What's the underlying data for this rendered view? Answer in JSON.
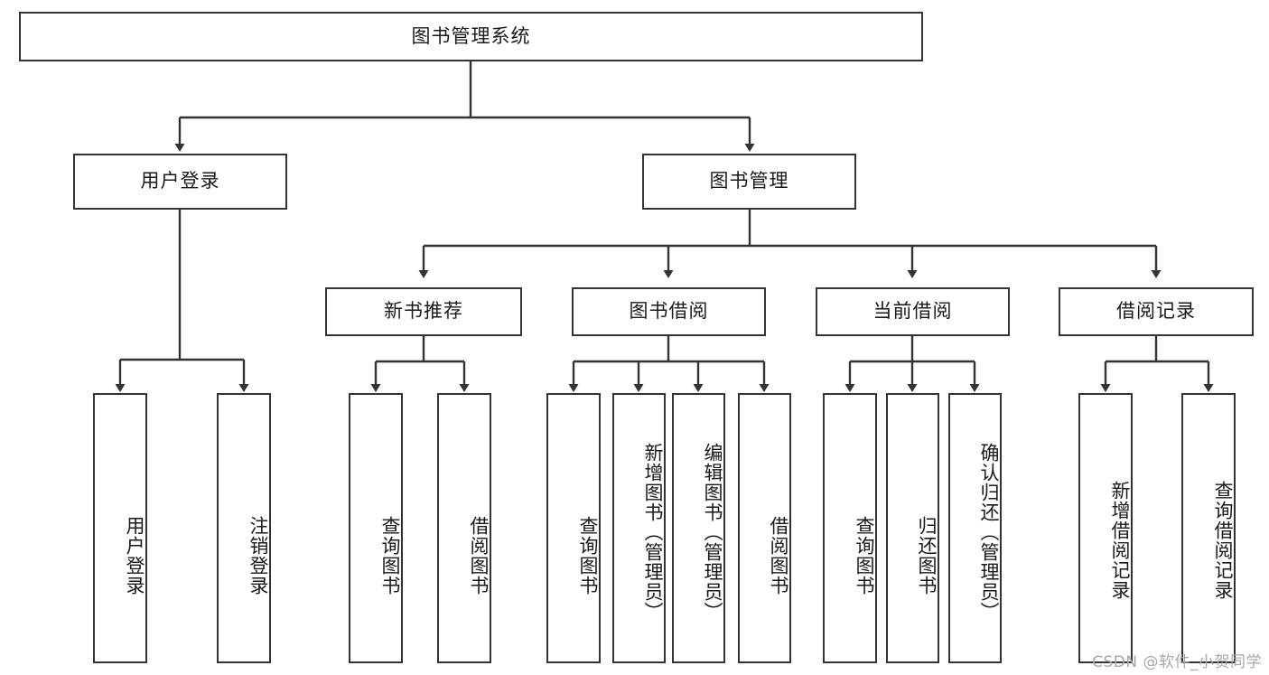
{
  "diagram": {
    "type": "tree",
    "title": "图书管理系统",
    "orientation": "top-down",
    "colors": {
      "border": "#333333",
      "background": "#ffffff",
      "text": "#1a1a1a",
      "watermark": "#a8a8a8"
    },
    "root": {
      "label": "图书管理系统"
    },
    "level2": [
      {
        "label": "用户登录"
      },
      {
        "label": "图书管理"
      }
    ],
    "level3": [
      {
        "label": "新书推荐"
      },
      {
        "label": "图书借阅"
      },
      {
        "label": "当前借阅"
      },
      {
        "label": "借阅记录"
      }
    ],
    "leaves": {
      "user_login": [
        {
          "label": "用户登录"
        },
        {
          "label": "注销登录"
        }
      ],
      "new_book_recommend": [
        {
          "label": "查询图书"
        },
        {
          "label": "借阅图书"
        }
      ],
      "book_borrow": [
        {
          "label": "查询图书"
        },
        {
          "label": "新增图书（管理员）"
        },
        {
          "label": "编辑图书（管理员）"
        },
        {
          "label": "借阅图书"
        }
      ],
      "current_borrow": [
        {
          "label": "查询图书"
        },
        {
          "label": "归还图书"
        },
        {
          "label": "确认归还（管理员）"
        }
      ],
      "borrow_record": [
        {
          "label": "新增借阅记录"
        },
        {
          "label": "查询借阅记录"
        }
      ]
    }
  },
  "watermark": {
    "text": "CSDN @软件_小贺同学"
  }
}
